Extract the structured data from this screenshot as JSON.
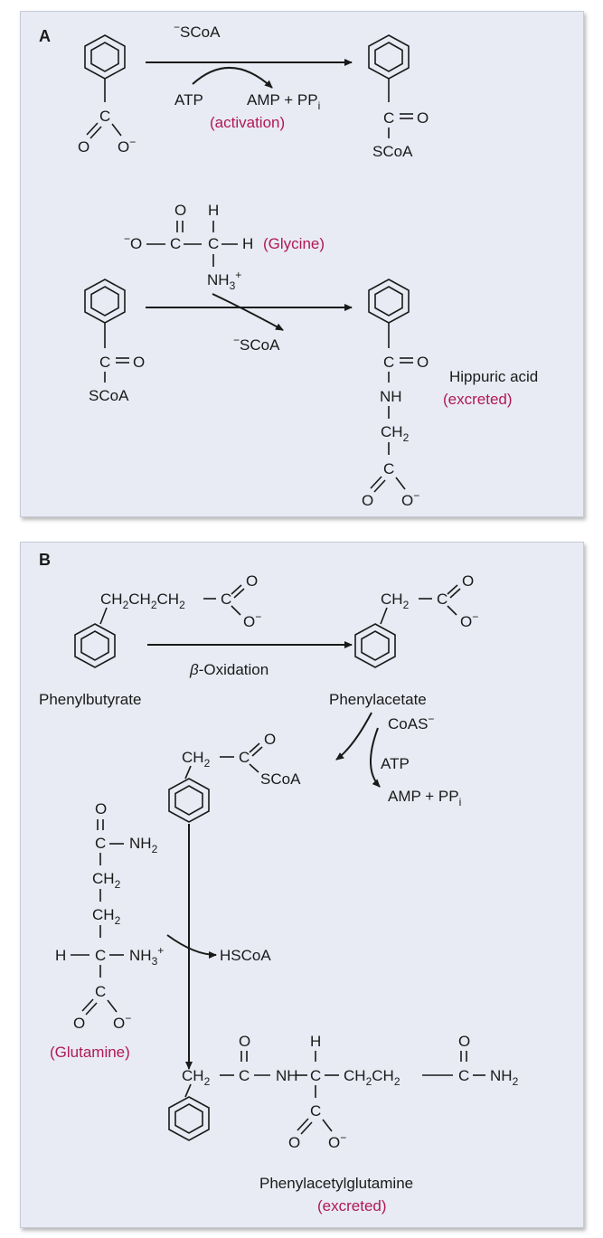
{
  "panel_a": {
    "label": "A",
    "scoa_in": "SCoA",
    "atp": "ATP",
    "amp_ppi": "AMP + PP",
    "ppi_sub": "i",
    "activation": "(activation)",
    "benzoate": {
      "c": "C",
      "o1": "O",
      "o2": "O"
    },
    "benzoylcoa_top": {
      "c": "C",
      "o": "O",
      "scoa": "SCoA"
    },
    "glycine": {
      "o_dbl": "O",
      "h_top": "H",
      "o_minus": "O",
      "c1": "C",
      "c2": "C",
      "h_right": "H",
      "label": "(Glycine)",
      "nh3": "NH",
      "nh3_sub": "3"
    },
    "benzoylcoa_left": {
      "c": "C",
      "o": "O",
      "scoa": "SCoA"
    },
    "scoa_out": "SCoA",
    "hippuric": {
      "c": "C",
      "o": "O",
      "nh": "NH",
      "ch2": "CH",
      "ch2_sub": "2",
      "c2": "C",
      "o1": "O",
      "o2": "O",
      "name": "Hippuric acid",
      "note": "(excreted)"
    }
  },
  "panel_b": {
    "label": "B",
    "phenylbutyrate": {
      "chain": "CH",
      "sub": "2",
      "c": "C",
      "o": "O",
      "o_minus": "O",
      "name": "Phenylbutyrate"
    },
    "beta_oxidation": "-Oxidation",
    "beta_symbol": "β",
    "phenylacetate": {
      "ch2": "CH",
      "sub": "2",
      "c": "C",
      "o": "O",
      "o_minus": "O",
      "name": "Phenylacetate"
    },
    "coas": "CoAS",
    "atp": "ATP",
    "amp_ppi": "AMP + PP",
    "ppi_sub": "i",
    "phenylacetylcoa": {
      "ch2": "CH",
      "sub": "2",
      "c": "C",
      "o": "O",
      "scoa": "SCoA"
    },
    "glutamine": {
      "o": "O",
      "c": "C",
      "nh2": "NH",
      "ch2": "CH",
      "sub": "2",
      "h": "H",
      "nh3": "NH",
      "nh3_sub": "3",
      "o1": "O",
      "o2": "O",
      "name": "(Glutamine)"
    },
    "hscoa": "HSCoA",
    "product": {
      "ch2": "CH",
      "sub": "2",
      "c": "C",
      "o": "O",
      "nh": "NH",
      "h": "H",
      "chain": "CH",
      "nh2": "NH",
      "name": "Phenylacetylglutamine",
      "note": "(excreted)"
    }
  }
}
